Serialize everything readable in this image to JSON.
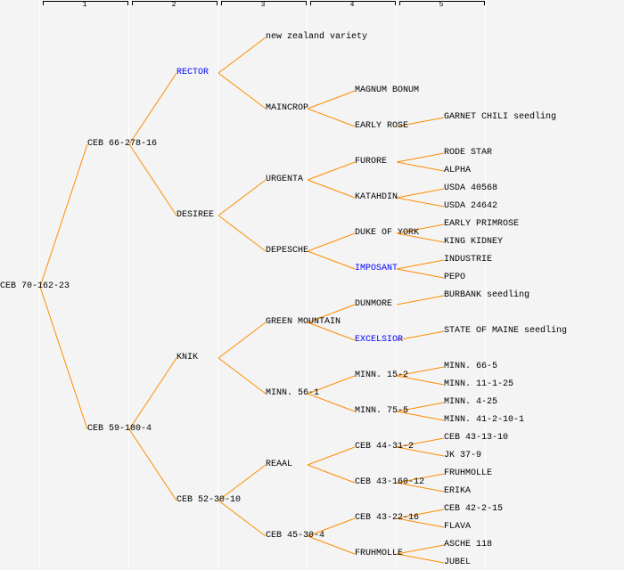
{
  "colors": {
    "line": "#ff8c00",
    "highlight": "#0000ff",
    "text": "#000000",
    "background": "#f4f4f4"
  },
  "generations": [
    "1",
    "2",
    "3",
    "4",
    "5"
  ],
  "tree": {
    "name": "CEB 70-162-23",
    "children": [
      {
        "name": "CEB 66-278-16",
        "children": [
          {
            "name": "RECTOR",
            "highlight": true,
            "children": [
              {
                "name": "new zealand variety"
              },
              {
                "name": "MAINCROP",
                "children": [
                  {
                    "name": "MAGNUM BONUM"
                  },
                  {
                    "name": "EARLY ROSE",
                    "children": [
                      {
                        "name": "GARNET CHILI seedling"
                      },
                      null
                    ]
                  }
                ]
              }
            ]
          },
          {
            "name": "DESIREE",
            "children": [
              {
                "name": "URGENTA",
                "children": [
                  {
                    "name": "FURORE",
                    "children": [
                      {
                        "name": "RODE STAR"
                      },
                      {
                        "name": "ALPHA"
                      }
                    ]
                  },
                  {
                    "name": "KATAHDIN",
                    "children": [
                      {
                        "name": "USDA 40568"
                      },
                      {
                        "name": "USDA 24642"
                      }
                    ]
                  }
                ]
              },
              {
                "name": "DEPESCHE",
                "children": [
                  {
                    "name": "DUKE OF YORK",
                    "children": [
                      {
                        "name": "EARLY PRIMROSE"
                      },
                      {
                        "name": "KING KIDNEY"
                      }
                    ]
                  },
                  {
                    "name": "IMPOSANT",
                    "highlight": true,
                    "children": [
                      {
                        "name": "INDUSTRIE"
                      },
                      {
                        "name": "PEPO"
                      }
                    ]
                  }
                ]
              }
            ]
          }
        ]
      },
      {
        "name": "CEB 59-180-4",
        "children": [
          {
            "name": "KNIK",
            "children": [
              {
                "name": "GREEN MOUNTAIN",
                "children": [
                  {
                    "name": "DUNMORE",
                    "children": [
                      {
                        "name": "BURBANK seedling"
                      },
                      null
                    ]
                  },
                  {
                    "name": "EXCELSIOR",
                    "highlight": true,
                    "children": [
                      {
                        "name": "STATE OF MAINE seedling"
                      },
                      null
                    ]
                  }
                ]
              },
              {
                "name": "MINN. 56-1",
                "children": [
                  {
                    "name": "MINN. 15-2",
                    "children": [
                      {
                        "name": "MINN. 66-5"
                      },
                      {
                        "name": "MINN. 11-1-25"
                      }
                    ]
                  },
                  {
                    "name": "MINN. 75-5",
                    "children": [
                      {
                        "name": "MINN. 4-25"
                      },
                      {
                        "name": "MINN. 41-2-10-1"
                      }
                    ]
                  }
                ]
              }
            ]
          },
          {
            "name": "CEB 52-30-10",
            "children": [
              {
                "name": "REAAL",
                "children": [
                  {
                    "name": "CEB 44-31-2",
                    "children": [
                      {
                        "name": "CEB 43-13-10"
                      },
                      {
                        "name": "JK 37-9"
                      }
                    ]
                  },
                  {
                    "name": "CEB 43-160-12",
                    "children": [
                      {
                        "name": "FRUHMOLLE"
                      },
                      {
                        "name": "ERIKA"
                      }
                    ]
                  }
                ]
              },
              {
                "name": "CEB 45-30-4",
                "children": [
                  {
                    "name": "CEB 43-22-16",
                    "children": [
                      {
                        "name": "CEB 42-2-15"
                      },
                      {
                        "name": "FLAVA"
                      }
                    ]
                  },
                  {
                    "name": "FRUHMOLLE",
                    "children": [
                      {
                        "name": "ASCHE 118"
                      },
                      {
                        "name": "JUBEL"
                      }
                    ]
                  }
                ]
              }
            ]
          }
        ]
      }
    ]
  }
}
